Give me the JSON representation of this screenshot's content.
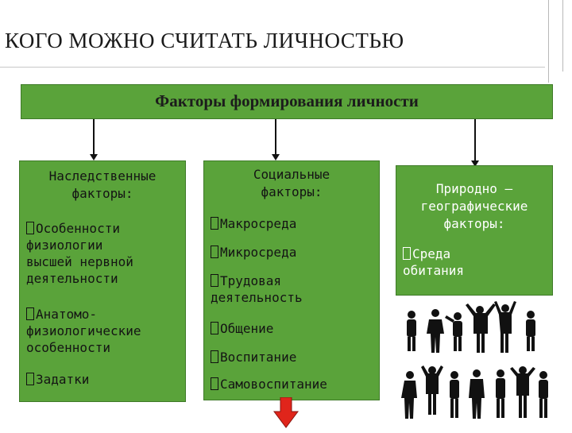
{
  "title": "КОГО МОЖНО СЧИТАТЬ ЛИЧНОСТЬЮ",
  "top_box": "Факторы формирования личности",
  "columns": [
    {
      "header": [
        "Наследственные",
        "факторы:"
      ],
      "items": [
        [
          "Особенности",
          "физиологии",
          "высшей нервной",
          "деятельности"
        ],
        [
          "Анатомо-",
          "физиологические",
          "особенности"
        ],
        [
          "Задатки"
        ]
      ]
    },
    {
      "header": [
        "Социальные",
        "факторы:"
      ],
      "items": [
        [
          "Макросреда"
        ],
        [
          "Микросреда"
        ],
        [
          "Трудовая",
          "деятельность"
        ],
        [
          "Общение"
        ],
        [
          "Воспитание"
        ],
        [
          "Самовоспитание"
        ]
      ]
    },
    {
      "header": [
        "Природно –",
        "географические",
        "факторы:"
      ],
      "items": [
        [
          "Среда",
          "обитания"
        ]
      ]
    }
  ],
  "colors": {
    "box_green": "#5aa33a",
    "border_green": "#3e7a28",
    "arrow_red": "#e0251b"
  },
  "icons": [
    "people-silhouettes-icon",
    "down-arrow-icon"
  ]
}
